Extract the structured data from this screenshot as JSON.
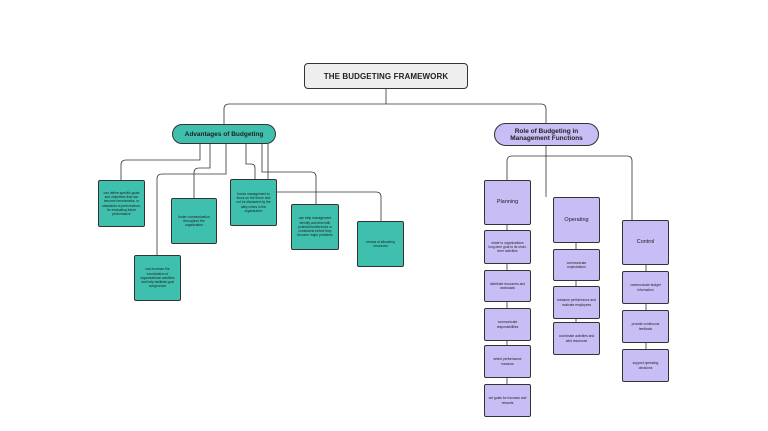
{
  "diagram": {
    "root": "THE BUDGETING FRAMEWORK",
    "branches": {
      "advantages": {
        "label": "Advantages of Budgeting",
        "items": [
          "can define specific goals and objectives that can become benchmarks, or standards of performance, for evaluating future performance",
          "foster communication throughout the organization",
          "forces management to focus on the future and not be distracted by the daily crises in the organization",
          "can help management identify and deal with potential bottlenecks or constraints before they become major problems",
          "means of allocating resources",
          "can increase the coordination of organizational activities and help facilitate goal congruence"
        ]
      },
      "role": {
        "label": "Role of Budgeting in Management Functions",
        "planning": {
          "label": "Planning",
          "items": [
            "relate to organizations long-term goal to its short-term activities",
            "distribute resources and workloads",
            "communicate responsibilities",
            "select performance measure",
            "set goals for bonuses and rewards"
          ]
        },
        "operating": {
          "label": "Operating",
          "items": [
            "communicate expectations",
            "measure performance and motivate employees",
            "coordinate activities and allot resources"
          ]
        },
        "control": {
          "label": "Control",
          "items": [
            "communicate budget information",
            "provide continuous feedback",
            "support operating decisions"
          ]
        }
      }
    },
    "colors": {
      "teal": "#3fbfae",
      "lavender": "#c8bdf4",
      "root_fill": "#eeeeee",
      "line": "#333333"
    }
  }
}
